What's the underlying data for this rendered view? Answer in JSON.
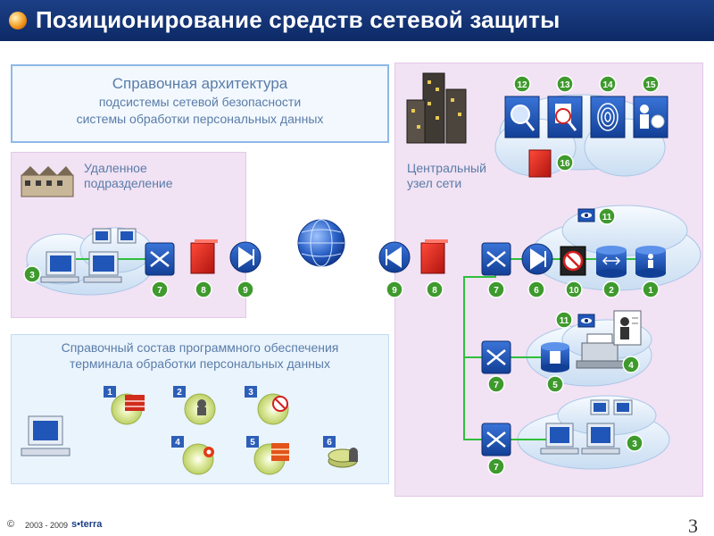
{
  "title": "Позиционирование средств сетевой защиты",
  "architecture": {
    "title": "Справочная архитектура",
    "line1": "подсистемы сетевой безопасности",
    "line2": "системы обработки персональных данных"
  },
  "remote": {
    "line1": "Удаленное",
    "line2": "подразделение"
  },
  "central": {
    "line1": "Центральный",
    "line2": "узел сети"
  },
  "software": {
    "line1": "Справочный состав программного обеспечения",
    "line2": "терминала обработки персональных данных"
  },
  "badges": {
    "remote_pcs": "3",
    "remote_switch": "7",
    "remote_firewall": "8",
    "remote_vpn": "9",
    "central_vpn": "9",
    "central_firewall": "8",
    "central_switch": "7",
    "central_vpn2": "6",
    "antivirus": "10",
    "server_db": "2",
    "server_user": "1",
    "monitor_top": "11",
    "switch_mid": "7",
    "server_docs": "5",
    "printer": "4",
    "monitor_mid": "11",
    "switch_bottom": "7",
    "pcs_bottom": "3",
    "ids": "12",
    "scanner": "13",
    "biometric": "14",
    "certificate": "15",
    "red_box": "16",
    "soft1": "1",
    "soft2": "2",
    "soft3": "3",
    "soft4": "4",
    "soft5": "5",
    "soft6": "6"
  },
  "footer": {
    "copyright": "©",
    "years": "2003 - 2009",
    "brand": "s•terra"
  },
  "page_number": "3",
  "colors": {
    "title_bg": "#1c3f86",
    "badge_green": "#3f9a2e",
    "badge_red": "#e1302f",
    "device_blue": "#1f56b8",
    "link_green": "#2fbf3c",
    "link_red": "#e04a35",
    "label_text": "#5a7ca8"
  }
}
